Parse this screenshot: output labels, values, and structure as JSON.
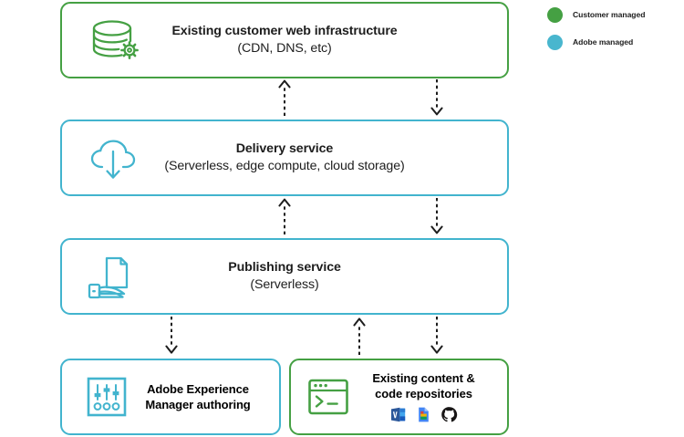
{
  "diagram": {
    "colors": {
      "customer_managed": "#45A043",
      "adobe_managed": "#42B4CE",
      "arrow": "#1d1d1d",
      "background": "#ffffff"
    },
    "legend": {
      "items": [
        {
          "label": "Customer managed",
          "color": "#45A043",
          "icon": "green-circle-icon"
        },
        {
          "label": "Adobe managed",
          "color": "#42B4CE",
          "icon": "teal-circle-icon"
        }
      ]
    },
    "nodes": [
      {
        "id": "web-infrastructure",
        "title": "Existing customer web infrastructure",
        "subtitle": "(CDN, DNS, etc)",
        "owner": "Customer managed",
        "icon": "database-gear-icon"
      },
      {
        "id": "delivery-service",
        "title": "Delivery service",
        "subtitle": "(Serverless, edge compute, cloud storage)",
        "owner": "Adobe managed",
        "icon": "cloud-download-icon"
      },
      {
        "id": "publishing-service",
        "title": "Publishing service",
        "subtitle": "(Serverless)",
        "owner": "Adobe managed",
        "icon": "document-publish-icon"
      },
      {
        "id": "aem-authoring",
        "title": "Adobe Experience",
        "subtitle": "Manager authoring",
        "owner": "Adobe managed",
        "icon": "sliders-icon"
      },
      {
        "id": "content-code-repositories",
        "title": "Existing content &",
        "subtitle": "code repositories",
        "owner": "Customer managed",
        "icon": "terminal-window-icon",
        "logos": [
          {
            "name": "microsoft-word-logo",
            "label": "W"
          },
          {
            "name": "google-docs-logo",
            "label": ""
          },
          {
            "name": "github-logo",
            "label": ""
          }
        ]
      }
    ],
    "connections": [
      {
        "from": "delivery-service",
        "to": "web-infrastructure",
        "direction": "up",
        "style": "dashed"
      },
      {
        "from": "web-infrastructure",
        "to": "delivery-service",
        "direction": "down",
        "style": "dashed"
      },
      {
        "from": "publishing-service",
        "to": "delivery-service",
        "direction": "up",
        "style": "dashed"
      },
      {
        "from": "delivery-service",
        "to": "publishing-service",
        "direction": "down",
        "style": "dashed"
      },
      {
        "from": "publishing-service",
        "to": "aem-authoring",
        "direction": "down",
        "style": "dashed"
      },
      {
        "from": "content-code-repositories",
        "to": "publishing-service",
        "direction": "up",
        "style": "dashed"
      },
      {
        "from": "publishing-service",
        "to": "content-code-repositories",
        "direction": "down",
        "style": "dashed"
      }
    ]
  }
}
